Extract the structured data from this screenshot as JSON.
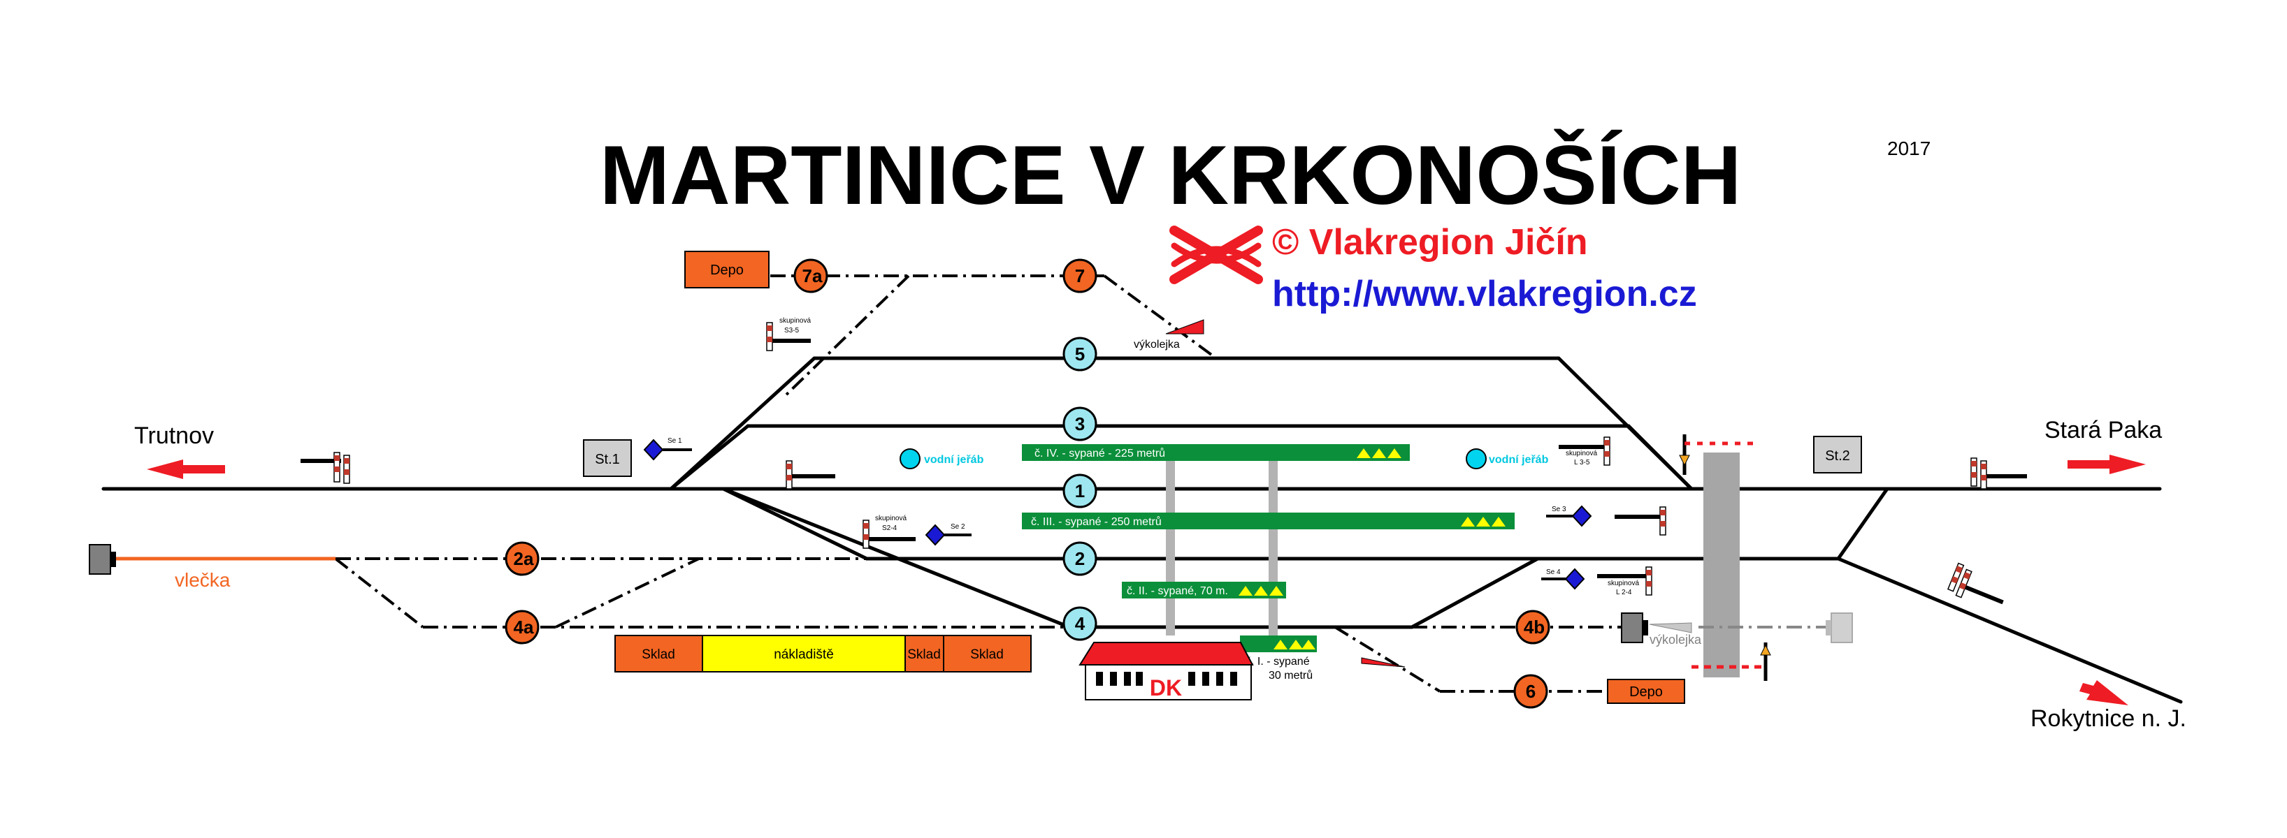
{
  "title": "MARTINICE V KRKONOŠÍCH",
  "year": "2017",
  "copyright": "© Vlakregion Jičín",
  "url": "http://www.vlakregion.cz",
  "directions": {
    "left": "Trutnov",
    "right": "Stará Paka",
    "bottom_right": "Rokytnice n. J."
  },
  "siding_label": "vlečka",
  "posts": {
    "st1": "St.1",
    "st2": "St.2"
  },
  "tracks": {
    "t7a": "7a",
    "t7": "7",
    "t5": "5",
    "t3": "3",
    "t1": "1",
    "t2": "2",
    "t2a": "2a",
    "t4": "4",
    "t4a": "4a",
    "t4b": "4b",
    "t6": "6"
  },
  "platforms": {
    "p4": "č. IV. - sypané - 225 metrů",
    "p3": "č. III. - sypané - 250 metrů",
    "p2": "č. II. - sypané, 70 m.",
    "p1_line1": "č. I. - sypané",
    "p1_line2": "30 metrů"
  },
  "buildings": {
    "depo_top": "Depo",
    "depo_bottom": "Depo",
    "sklad1": "Sklad",
    "nakladiste": "nákladiště",
    "sklad2": "Sklad",
    "sklad3": "Sklad",
    "dk": "DK"
  },
  "facilities": {
    "water_left": "vodní jeřáb",
    "water_right": "vodní jeřáb",
    "derail_top": "výkolejka",
    "derail_right": "výkolejka"
  },
  "signals": {
    "skup_s35_l1": "skupinová",
    "skup_s35_l2": "S3-5",
    "skup_l35_l1": "skupinová",
    "skup_l35_l2": "L 3-5",
    "skup_s24_l1": "skupinová",
    "skup_s24_l2": "S2-4",
    "skup_l24_l1": "skupinová",
    "skup_l24_l2": "L 2-4",
    "se1": "Se 1",
    "se2": "Se 2",
    "se3": "Se 3",
    "se4": "Se 4"
  },
  "colors": {
    "track": "#000000",
    "orange": "#f26522",
    "cyan": "#9ee7f0",
    "platform_green": "#0b8f3a",
    "yellow": "#ffff00",
    "red": "#ee1c24",
    "blue_link": "#1a1ad4",
    "grey": "#b3b3b3",
    "siding": "#f26522"
  }
}
